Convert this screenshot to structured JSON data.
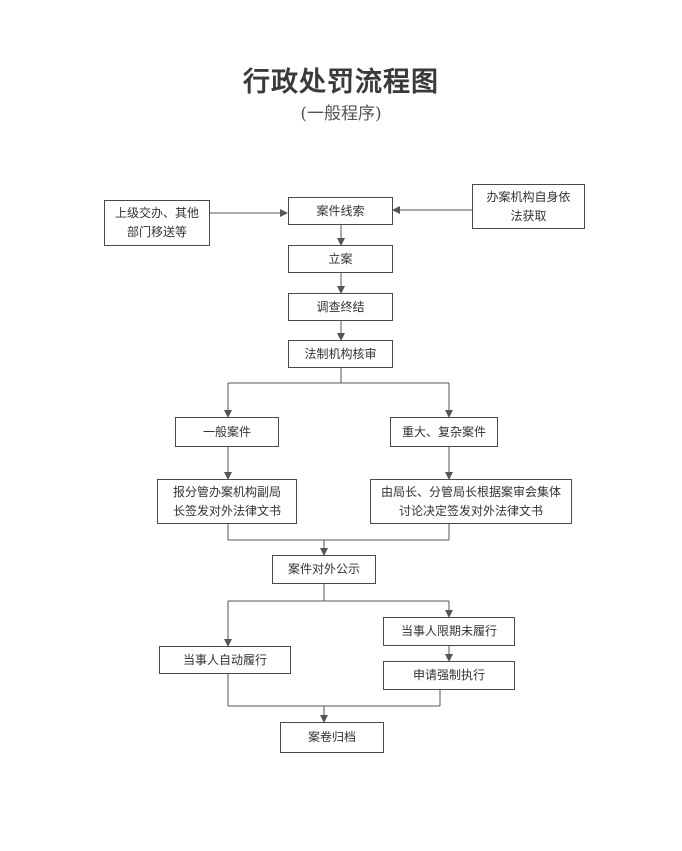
{
  "title": "行政处罚流程图",
  "subtitle": "(一般程序)",
  "boxes": {
    "superior_transfer": [
      "上级交办、其他",
      "部门移送等"
    ],
    "self_obtained": [
      "办案机构自身依",
      "法获取"
    ],
    "case_clue": "案件线索",
    "filing": "立案",
    "investigation_end": "调查终结",
    "legal_review": "法制机构核审",
    "general_case": "一般案件",
    "major_case": "重大、复杂案件",
    "deputy_sign": [
      "报分管办案机构副局",
      "长签发对外法律文书"
    ],
    "collective_decision": [
      "由局长、分管局长根据案审会集体",
      "讨论决定签发对外法律文书"
    ],
    "publicity": "案件对外公示",
    "voluntary": "当事人自动履行",
    "overdue": "当事人限期未履行",
    "enforcement": "申请强制执行",
    "archive": "案卷归档"
  }
}
